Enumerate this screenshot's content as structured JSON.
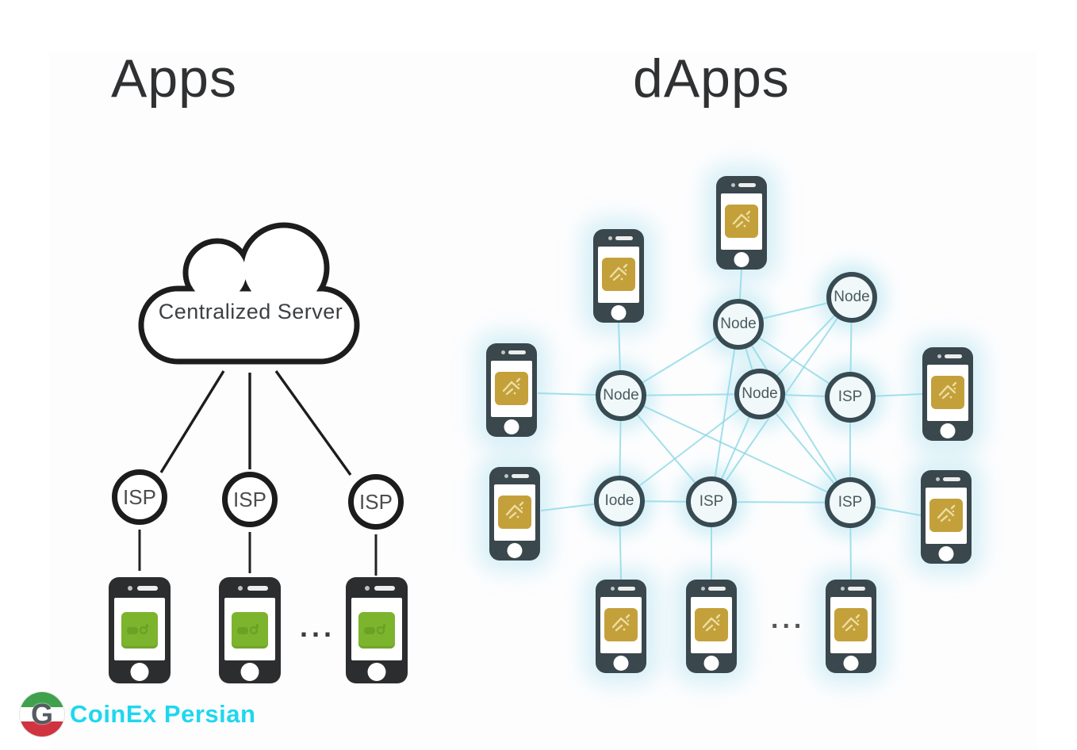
{
  "titles": {
    "left": "Apps",
    "right": "dApps"
  },
  "apps": {
    "cloud_label": "Centralized Server",
    "isp_nodes": [
      {
        "label": "ISP"
      },
      {
        "label": "ISP"
      },
      {
        "label": "ISP"
      }
    ],
    "ellipsis": "...",
    "phone_icon": "green-app-icon",
    "colors": {
      "stroke": "#1c1c1c",
      "app_icon_green": "#7cb42e",
      "phone_body": "#2c2d2e"
    }
  },
  "dapps": {
    "nodes": [
      {
        "label": "Node"
      },
      {
        "label": "Node"
      },
      {
        "label": "Node"
      },
      {
        "label": "Node"
      },
      {
        "label": "ISP"
      },
      {
        "label": "Iode"
      },
      {
        "label": "ISP"
      },
      {
        "label": "ISP"
      }
    ],
    "ellipsis": "...",
    "phone_icon": "gold-dapp-icon",
    "colors": {
      "node_stroke": "#384b52",
      "node_fill": "#f0f8fa",
      "link_line": "#8bd8e6",
      "glow": "#94dbea",
      "dapp_icon_gold": "#c4a03b",
      "phone_body": "#3a474d"
    }
  },
  "watermark": {
    "brand": "CoinEx Persian",
    "brand_color": "#1ed7ee",
    "logo": "coinex-persian-flag-logo",
    "logo_glyph": "G",
    "flag_colors": [
      "#3fa14b",
      "#ffffff",
      "#cf3440"
    ]
  }
}
